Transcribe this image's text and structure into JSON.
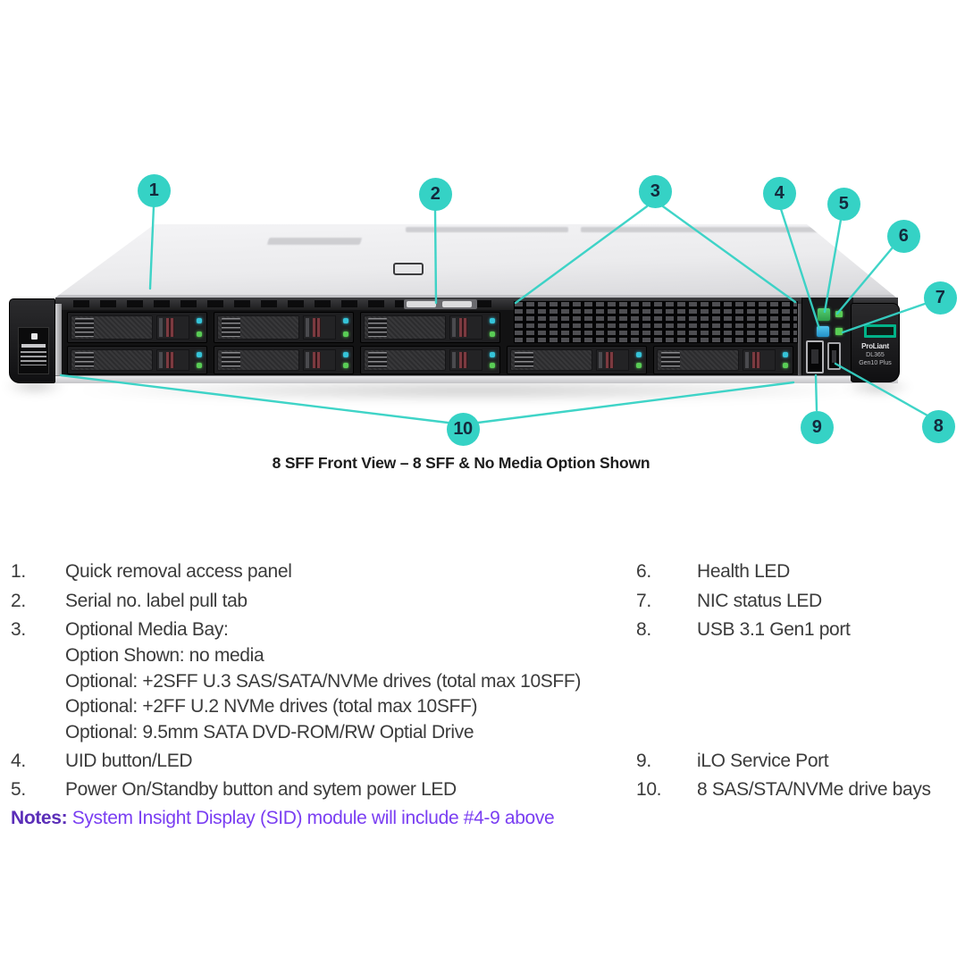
{
  "colors": {
    "teal": "#35d2c5",
    "callout_number": "#142a3d",
    "body_text": "#3b3b3b",
    "caption_text": "#1d1d1d",
    "notes_label": "#5b2eb8",
    "notes_text": "#7a3ef2",
    "hpe_green": "#00b388",
    "led_green": "#59cc55",
    "button_green": "#3fbf5c",
    "button_blue": "#31aadf",
    "led_teal": "#35c3d8"
  },
  "callouts": [
    "1",
    "2",
    "3",
    "4",
    "5",
    "6",
    "7",
    "8",
    "9",
    "10"
  ],
  "caption": "8 SFF Front View – 8 SFF & No Media Option Shown",
  "legend": {
    "left": [
      {
        "num": "1.",
        "lines": [
          "Quick removal access panel"
        ]
      },
      {
        "num": "2.",
        "lines": [
          "Serial no. label pull tab"
        ]
      },
      {
        "num": "3.",
        "lines": [
          "Optional Media Bay:",
          "Option Shown: no media",
          "Optional: +2SFF U.3 SAS/SATA/NVMe drives (total max 10SFF)",
          "Optional: +2FF U.2 NVMe drives (total max 10SFF)",
          "Optional: 9.5mm SATA DVD-ROM/RW Optial Drive"
        ]
      },
      {
        "num": "4.",
        "lines": [
          "UID button/LED"
        ]
      },
      {
        "num": "5.",
        "lines": [
          "Power On/Standby button and sytem power LED"
        ]
      }
    ],
    "right": [
      {
        "num": "6.",
        "lines": [
          "Health LED"
        ]
      },
      {
        "num": "7.",
        "lines": [
          "NIC status LED"
        ]
      },
      {
        "num": "8.",
        "lines": [
          "USB 3.1 Gen1 port"
        ]
      },
      {
        "num": "9.",
        "lines": [
          "iLO Service Port"
        ]
      },
      {
        "num": "10.",
        "lines": [
          "8 SAS/STA/NVMe drive bays"
        ]
      }
    ]
  },
  "notes": {
    "label": "Notes:",
    "text": "System Insight Display (SID) module will include #4-9 above"
  },
  "server": {
    "right_ear": {
      "brand": "ProLiant",
      "model": "DL365",
      "generation": "Gen10 Plus"
    }
  }
}
